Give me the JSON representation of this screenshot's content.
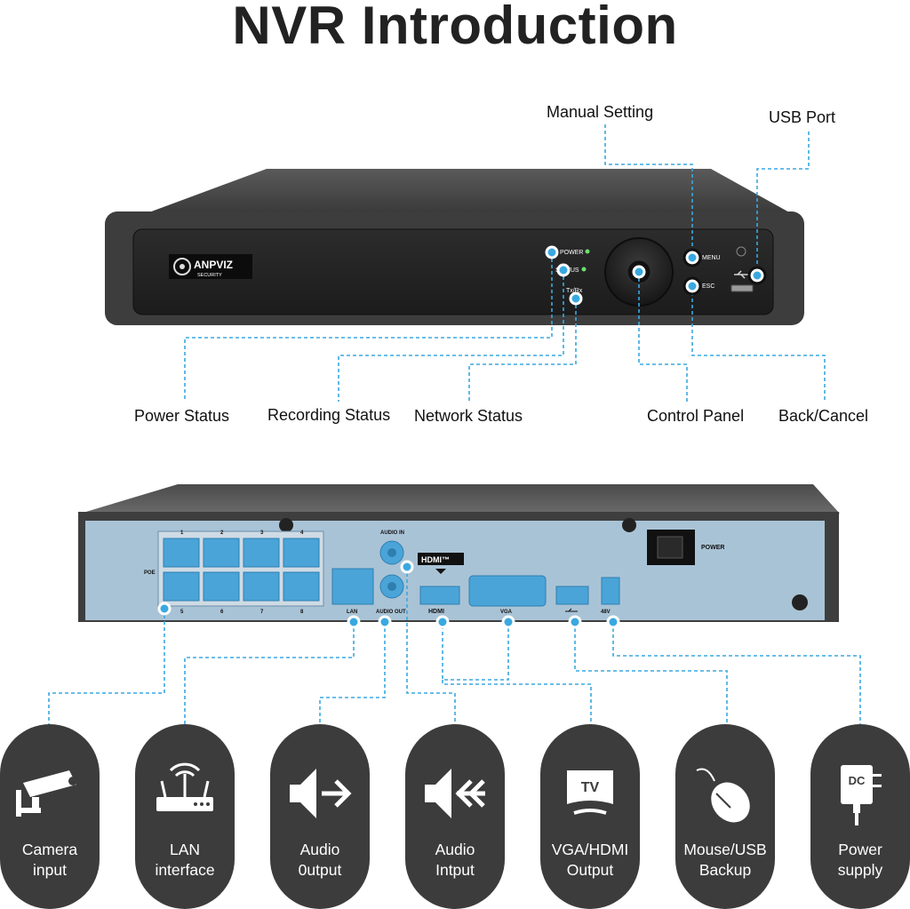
{
  "title": "NVR Introduction",
  "front": {
    "brand": "ANPVIZ",
    "brand_sub": "SECURITY",
    "led_power": "POWER",
    "led_status": "STATUS",
    "led_txrx": "Tx/Rx",
    "btn_menu": "MENU",
    "btn_esc": "ESC",
    "callouts": {
      "manual_setting": "Manual Setting",
      "usb_port": "USB Port",
      "power_status": "Power Status",
      "recording_status": "Recording Status",
      "network_status": "Network Status",
      "control_panel": "Control Panel",
      "back_cancel": "Back/Cancel"
    }
  },
  "rear": {
    "poe": "POE",
    "lan": "LAN",
    "audio_in": "AUDIO IN",
    "audio_out": "AUDIO OUT",
    "hdmi_logo": "HDMI™",
    "hdmi": "HDMI",
    "vga": "VGA",
    "dc": "48V",
    "power": "POWER",
    "port_numbers_top": [
      "1",
      "2",
      "3",
      "4"
    ],
    "port_numbers_bottom": [
      "5",
      "6",
      "7",
      "8"
    ]
  },
  "features": [
    {
      "line1": "Camera",
      "line2": "input",
      "icon": "camera-icon"
    },
    {
      "line1": "LAN",
      "line2": "interface",
      "icon": "router-icon"
    },
    {
      "line1": "Audio",
      "line2": "0utput",
      "icon": "audio-output-icon"
    },
    {
      "line1": "Audio",
      "line2": "Intput",
      "icon": "audio-input-icon"
    },
    {
      "line1": "VGA/HDMI",
      "line2": "Output",
      "icon": "tv-icon"
    },
    {
      "line1": "Mouse/USB",
      "line2": "Backup",
      "icon": "mouse-icon"
    },
    {
      "line1": "Power",
      "line2": "supply",
      "icon": "power-adapter-icon"
    }
  ],
  "tv_text": "TV",
  "dc_text": "DC",
  "colors": {
    "callout": "#3aa8e0",
    "panel_blue": "#a9c3d6",
    "port_blue": "#4aa4d8",
    "pill": "#3c3c3c",
    "device": "#333333"
  }
}
